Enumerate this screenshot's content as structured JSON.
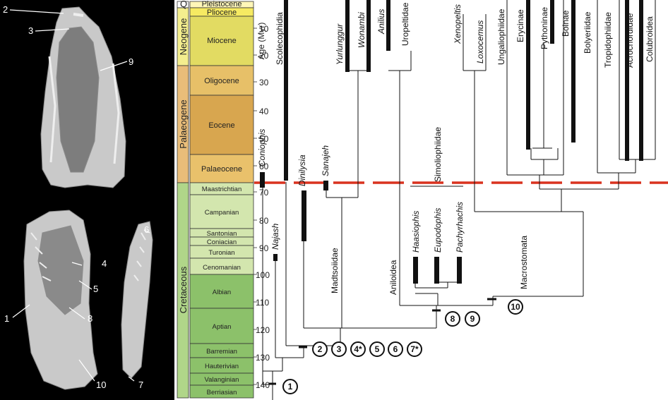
{
  "skull_labels": {
    "top": [
      "2",
      "3",
      "9"
    ],
    "lateral": [
      "1",
      "4",
      "5",
      "8",
      "10"
    ],
    "jaw": [
      "6",
      "7"
    ]
  },
  "timescale": {
    "axis_title": "Age (Myr)",
    "ticks": [
      "10",
      "20",
      "30",
      "40",
      "50",
      "60",
      "70",
      "80",
      "90",
      "100",
      "110",
      "120",
      "130",
      "140"
    ],
    "periods": [
      "Q",
      "Neogene",
      "Palaeogene",
      "Cretaceous"
    ],
    "epochs": [
      "Pleistocene",
      "Pliocene",
      "Miocene",
      "Oligocene",
      "Eocene",
      "Palaeocene"
    ],
    "stages": [
      "Maastrichtian",
      "Campanian",
      "Santonian",
      "Coniacian",
      "Turonian",
      "Cenomanian",
      "Albian",
      "Aptian",
      "Barremian",
      "Hauterivian",
      "Valanginian",
      "Berriasian"
    ]
  },
  "taxa": {
    "coniophis": "Coniophis",
    "scolecophidia": "Scolecophidia",
    "najash": "Najash",
    "dinilysia": "Dinilysia",
    "sanajeh": "Sanajeh",
    "yurlunggur": "Yurlunggur",
    "wonambi": "Wonambi",
    "madtsoiidae": "Madtsoiidae",
    "anilius": "Anilius",
    "uropeltidae": "Uropeltidae",
    "aniloidea": "Aniloidea",
    "simoliophiidae": "Simoliophiidae",
    "haasiophis": "Haasiophis",
    "eupodophis": "Eupodophis",
    "pachyrhachis": "Pachyrhachis",
    "xenopeltis": "Xenopeltis",
    "loxocemus": "Loxocemus",
    "ungaliophiidae": "Ungaliophiidae",
    "erycinae": "Erycinae",
    "pythoninae": "Pythoninae",
    "boinae": "Boinae",
    "bolyeriidae": "Bolyeriidae",
    "tropidophiidae": "Tropidophiidae",
    "acrochordidae": "Acrochordidae",
    "colubroidea": "Colubroidea",
    "macrostomata": "Macrostomata"
  },
  "nodes": [
    "1",
    "2",
    "3",
    "4*",
    "5",
    "6",
    "7*",
    "8",
    "9",
    "10"
  ],
  "colors": {
    "boundary_line": "#d9321f",
    "panel_bg": "#000000",
    "neogene": "#f4ee8e",
    "miocene": "#e2db62",
    "palaeogene": "#e9bd79",
    "oligocene": "#e7c068",
    "eocene": "#d8a64f",
    "palaeocene": "#e9c16b",
    "cretaceous": "#b0d689",
    "late_cret_stage": "#d3e6ae",
    "early_cret_stage": "#8cc16a"
  }
}
